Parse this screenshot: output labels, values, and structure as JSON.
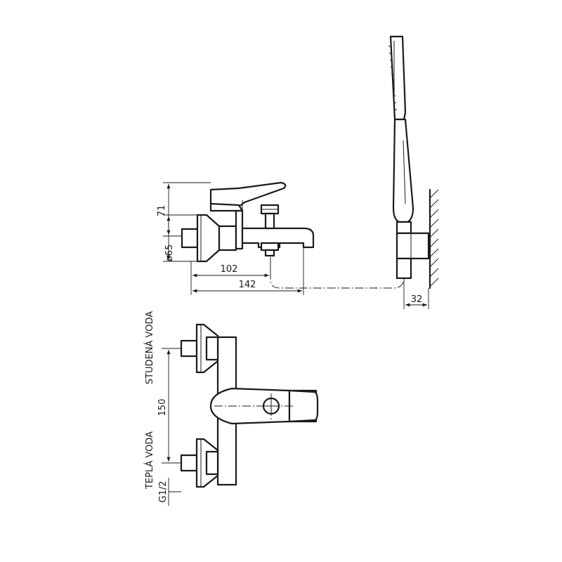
{
  "dimensions": {
    "height_71": "71",
    "diameter_65": "ø65",
    "length_102": "102",
    "length_142": "142",
    "wall_32": "32",
    "spacing_150": "150",
    "thread": "G1/2"
  },
  "labels": {
    "cold_water": "STUDENÁ VODA",
    "hot_water": "TEPLÁ VODA"
  },
  "colors": {
    "line": "#1a1a1a",
    "background": "#ffffff"
  }
}
